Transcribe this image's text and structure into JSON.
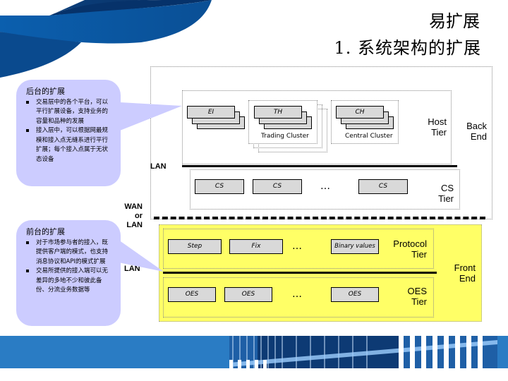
{
  "header": {
    "title": "易扩展",
    "subtitle": "1. 系统架构的扩展"
  },
  "callouts": {
    "backend": {
      "heading": "后台的扩展",
      "bullets": [
        "交易层中的各个平台，可以平行扩展设备，支持业务的容量和品种的发展",
        "接入层中，可以根据网最规模和接入点无缝系进行平行扩展；每个接入点属于无状态设备"
      ]
    },
    "frontend": {
      "heading": "前台的扩展",
      "bullets": [
        "对于市场参与者的接入，既提供客户端的模式，也支持消息协议和API的模式扩展",
        "交易所提供的接入端可以无差异的多地不少和彼此备份、分流业务数据等"
      ]
    }
  },
  "diagram": {
    "host_tier": {
      "label_line1": "Host",
      "label_line2": "Tier",
      "components": [
        {
          "name": "EI",
          "caption": ""
        },
        {
          "name": "TH",
          "caption": "Trading Cluster"
        },
        {
          "name": "CH",
          "caption": "Central Cluster"
        }
      ]
    },
    "back_end": {
      "line1": "Back",
      "line2": "End"
    },
    "lan_top": "LAN",
    "cs_tier": {
      "label_line1": "CS",
      "label_line2": "Tier",
      "boxes": [
        "CS",
        "CS",
        "CS"
      ],
      "ellipsis": "…"
    },
    "wan": {
      "line1": "WAN",
      "line2": "or",
      "line3": "LAN"
    },
    "protocol_tier": {
      "label_line1": "Protocol",
      "label_line2": "Tier",
      "boxes": [
        "Step",
        "Fix",
        "Binary values"
      ],
      "ellipsis": "…"
    },
    "lan_bottom": "LAN",
    "oes_tier": {
      "label_line1": "OES",
      "label_line2": "Tier",
      "boxes": [
        "OES",
        "OES",
        "OES"
      ],
      "ellipsis": "…"
    },
    "front_end": {
      "line1": "Front",
      "line2": "End"
    }
  },
  "colors": {
    "callout_bg": "#ccccff",
    "front_end_bg": "#ffff66",
    "component_bg": "#d9d9d9",
    "footer_blue": "#2a7cc4",
    "swoosh_blue": "#0a5aa8"
  }
}
